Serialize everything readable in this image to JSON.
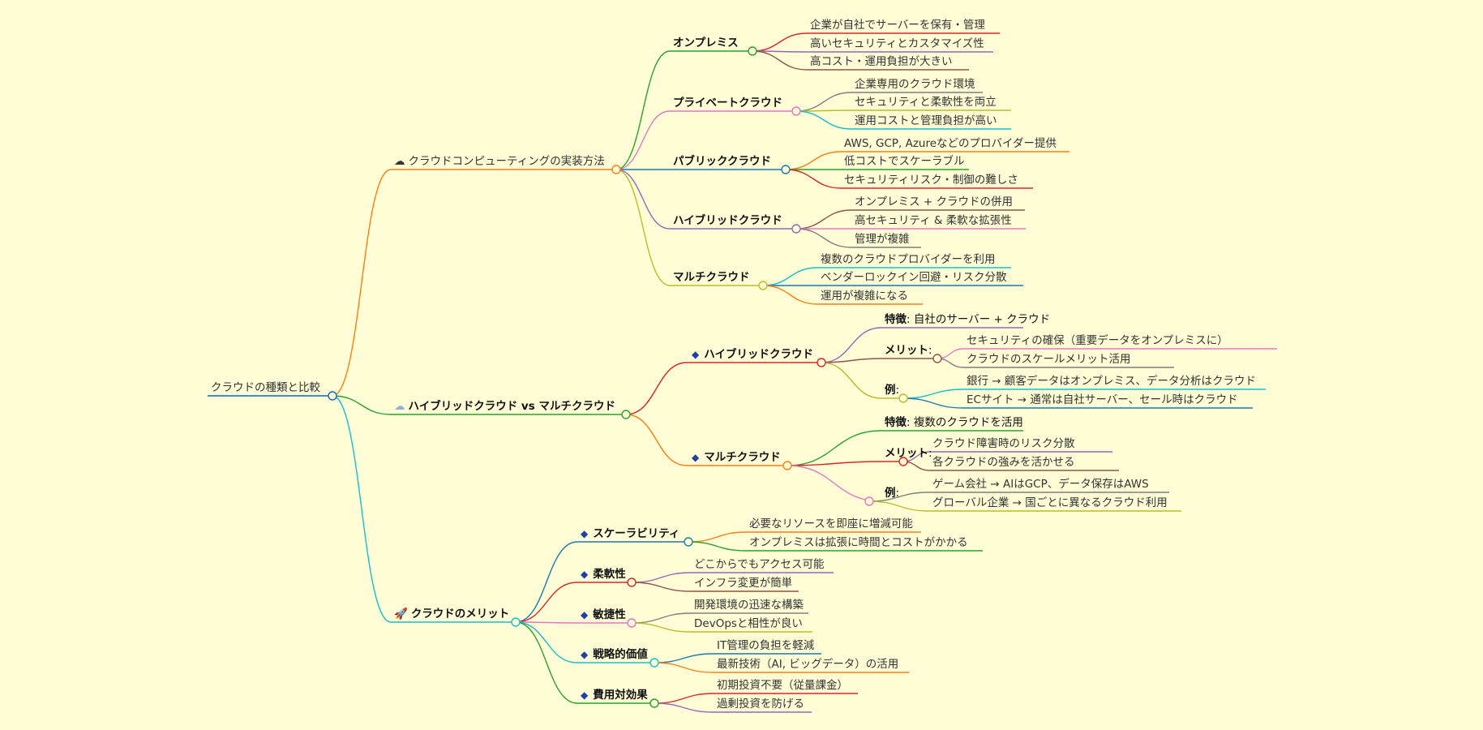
{
  "root": {
    "label": "クラウドの種類と比較",
    "color": "#1565c0"
  },
  "sections": {
    "impl": {
      "label": "クラウドコンピューティングの実装方法",
      "icon": "cloud-icon",
      "glyph": "☁",
      "color": "#ff7f0e",
      "items": {
        "onprem": {
          "label": "オンプレミス",
          "color": "#2ca02c",
          "leaves": [
            {
              "text": "企業が自社でサーバーを保有・管理",
              "color": "#d62728"
            },
            {
              "text": "高いセキュリティとカスタマイズ性",
              "color": "#9467bd"
            },
            {
              "text": "高コスト・運用負担が大きい",
              "color": "#8c564b"
            }
          ]
        },
        "private": {
          "label": "プライベートクラウド",
          "color": "#e377c2",
          "leaves": [
            {
              "text": "企業専用のクラウド環境",
              "color": "#7f7f7f"
            },
            {
              "text": "セキュリティと柔軟性を両立",
              "color": "#bcbd22"
            },
            {
              "text": "運用コストと管理負担が高い",
              "color": "#17becf"
            }
          ]
        },
        "public": {
          "label": "パブリッククラウド",
          "color": "#1f77b4",
          "leaves": [
            {
              "text": "AWS, GCP, Azureなどのプロバイダー提供",
              "color": "#ff7f0e"
            },
            {
              "text": "低コストでスケーラブル",
              "color": "#2ca02c"
            },
            {
              "text": "セキュリティリスク・制御の難しさ",
              "color": "#d62728"
            }
          ]
        },
        "hybrid": {
          "label": "ハイブリッドクラウド",
          "color": "#9467bd",
          "leaves": [
            {
              "text": "オンプレミス + クラウドの併用",
              "color": "#8c564b"
            },
            {
              "text": "高セキュリティ & 柔軟な拡張性",
              "color": "#e377c2"
            },
            {
              "text": "管理が複雑",
              "color": "#7f7f7f"
            }
          ]
        },
        "multi": {
          "label": "マルチクラウド",
          "color": "#bcbd22",
          "leaves": [
            {
              "text": "複数のクラウドプロバイダーを利用",
              "color": "#17becf"
            },
            {
              "text": "ベンダーロックイン回避・リスク分散",
              "color": "#1f77b4"
            },
            {
              "text": "運用が複雑になる",
              "color": "#ff7f0e"
            }
          ]
        }
      }
    },
    "vs": {
      "label": "ハイブリッドクラウド vs マルチクラウド",
      "icon": "cloud-small-icon",
      "glyph": "☁",
      "color": "#2ca02c",
      "hybrid": {
        "label": "ハイブリッドクラウド",
        "color": "#d62728",
        "feature": {
          "key": "特徴",
          "value": ": 自社のサーバー + クラウド",
          "color": "#9467bd"
        },
        "merit": {
          "key": "メリット",
          "suffix": ":",
          "color": "#8c564b",
          "leaves": [
            {
              "text": "セキュリティの確保（重要データをオンプレミスに）",
              "color": "#e377c2"
            },
            {
              "text": "クラウドのスケールメリット活用",
              "color": "#7f7f7f"
            }
          ]
        },
        "example": {
          "key": "例",
          "suffix": ":",
          "color": "#bcbd22",
          "leaves": [
            {
              "text": "銀行 → 顧客データはオンプレミス、データ分析はクラウド",
              "color": "#17becf"
            },
            {
              "text": "ECサイト → 通常は自社サーバー、セール時はクラウド",
              "color": "#1f77b4"
            }
          ]
        }
      },
      "multi": {
        "label": "マルチクラウド",
        "color": "#ff7f0e",
        "feature": {
          "key": "特徴",
          "value": ": 複数のクラウドを活用",
          "color": "#2ca02c"
        },
        "merit": {
          "key": "メリット",
          "suffix": ":",
          "color": "#d62728",
          "leaves": [
            {
              "text": "クラウド障害時のリスク分散",
              "color": "#9467bd"
            },
            {
              "text": "各クラウドの強みを活かせる",
              "color": "#8c564b"
            }
          ]
        },
        "example": {
          "key": "例",
          "suffix": ":",
          "color": "#e377c2",
          "leaves": [
            {
              "text": "ゲーム会社 → AIはGCP、データ保存はAWS",
              "color": "#7f7f7f"
            },
            {
              "text": "グローバル企業 → 国ごとに異なるクラウド利用",
              "color": "#bcbd22"
            }
          ]
        }
      }
    },
    "merits": {
      "label": "クラウドのメリット",
      "icon": "rocket-icon",
      "glyph": "🚀",
      "color": "#17becf",
      "items": {
        "scal": {
          "label": "スケーラビリティ",
          "color": "#1f77b4",
          "leaves": [
            {
              "text": "必要なリソースを即座に増減可能",
              "color": "#ff7f0e"
            },
            {
              "text": "オンプレミスは拡張に時間とコストがかかる",
              "color": "#2ca02c"
            }
          ]
        },
        "flex": {
          "label": "柔軟性",
          "color": "#d62728",
          "leaves": [
            {
              "text": "どこからでもアクセス可能",
              "color": "#9467bd"
            },
            {
              "text": "インフラ変更が簡単",
              "color": "#8c564b"
            }
          ]
        },
        "agile": {
          "label": "敏捷性",
          "color": "#e377c2",
          "leaves": [
            {
              "text": "開発環境の迅速な構築",
              "color": "#7f7f7f"
            },
            {
              "text": "DevOpsと相性が良い",
              "color": "#bcbd22"
            }
          ]
        },
        "strat": {
          "label": "戦略的価値",
          "color": "#17becf",
          "leaves": [
            {
              "text": "IT管理の負担を軽減",
              "color": "#1f77b4"
            },
            {
              "text": "最新技術（AI, ビッグデータ）の活用",
              "color": "#ff7f0e"
            }
          ]
        },
        "cost": {
          "label": "費用対効果",
          "color": "#2ca02c",
          "leaves": [
            {
              "text": "初期投資不要（従量課金）",
              "color": "#d62728"
            },
            {
              "text": "過剰投資を防げる",
              "color": "#9467bd"
            }
          ]
        }
      }
    }
  }
}
